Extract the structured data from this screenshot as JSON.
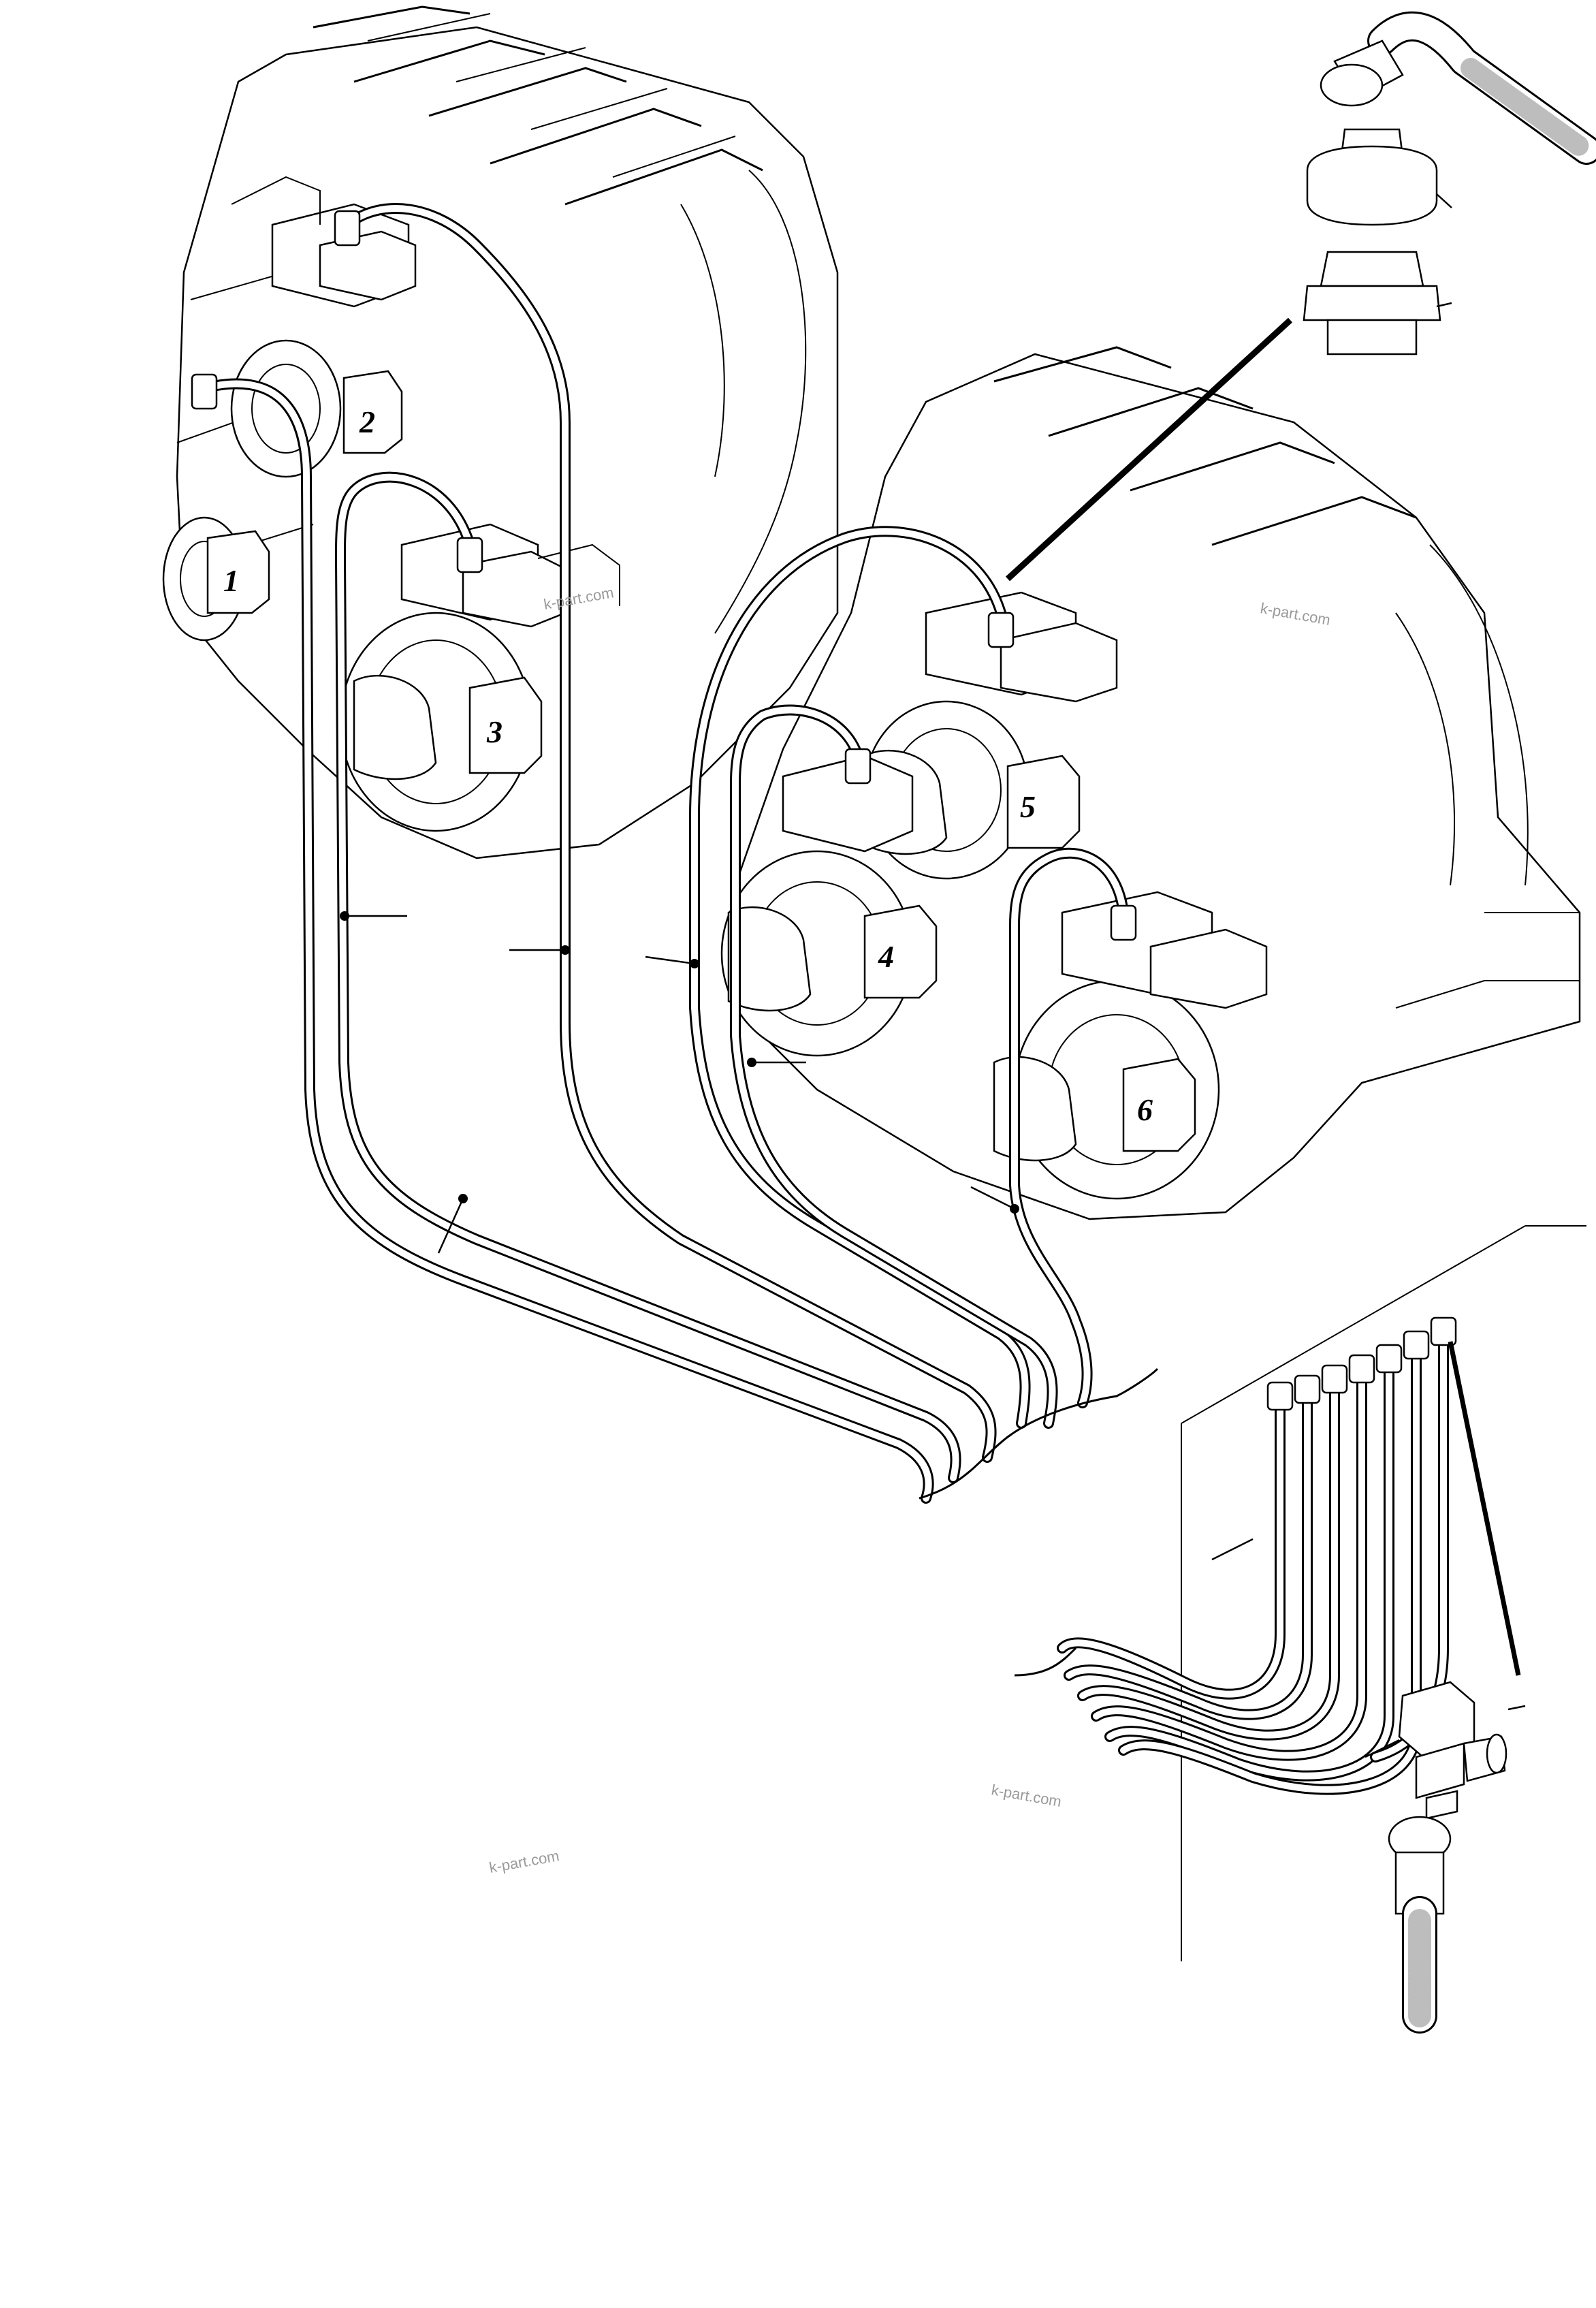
{
  "drawing": {
    "valve_numbers": [
      "1",
      "2",
      "3",
      "4",
      "5",
      "6"
    ],
    "watermarks": [
      "k-part.com",
      "k-part.com",
      "k-part.com",
      "k-part.com"
    ]
  }
}
